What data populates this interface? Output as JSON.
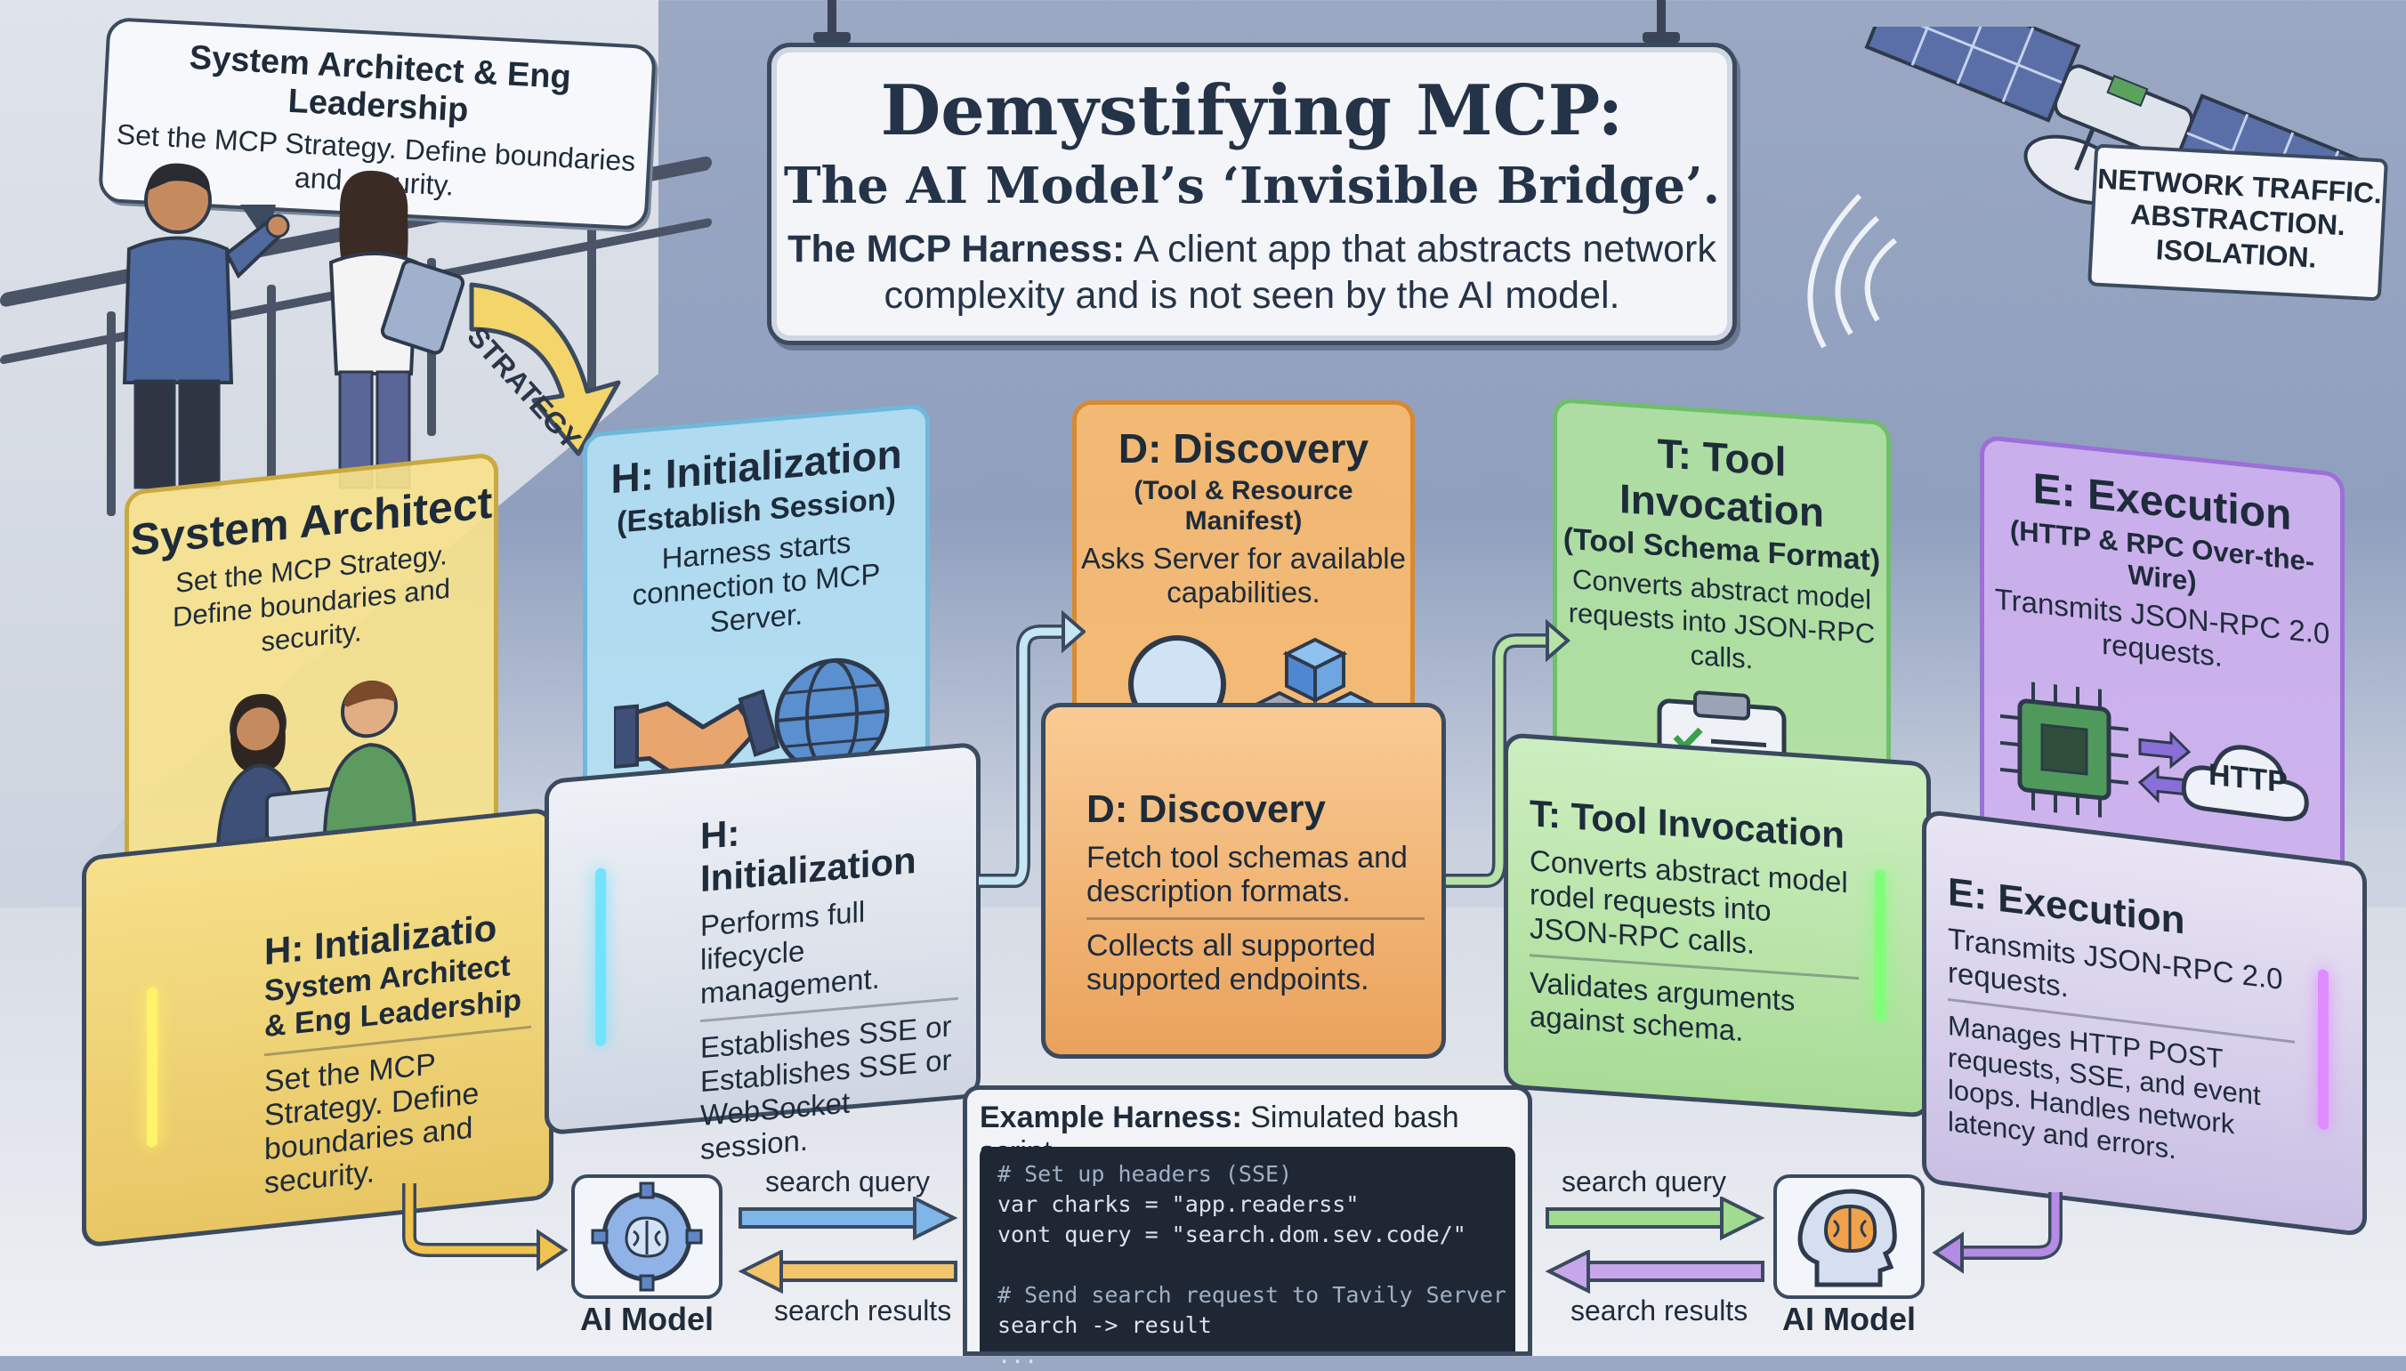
{
  "title": {
    "main": "Demystifying MCP:",
    "sub": "The AI Model’s ‘Invisible Bridge’.",
    "desc_bold": "The MCP Harness:",
    "desc_rest": " A client app that abstracts network complexity and is not seen by the AI model."
  },
  "bubble": {
    "heading": "System Architect & Eng Leadership",
    "text": "Set the MCP Strategy. Define boundaries and security."
  },
  "strategy_arrow_label": "STRATEGY",
  "satellite_sign": [
    "NETWORK TRAFFIC.",
    "ABSTRACTION.",
    "ISOLATION."
  ],
  "glass_panels": [
    {
      "title": "System Architect",
      "desc": "Set the MCP Strategy. Define boundaries and security."
    },
    {
      "title": "H: Initialization",
      "subtitle": "(Establish Session)",
      "desc": "Harness starts connection to MCP Server."
    },
    {
      "title": "D: Discovery",
      "subtitle": "(Tool & Resource Manifest)",
      "desc": "Asks Server for available capabilities."
    },
    {
      "title": "T: Tool Invocation",
      "subtitle": "(Tool Schema Format)",
      "desc": "Converts abstract model requests into JSON-RPC calls."
    },
    {
      "title": "E: Execution",
      "subtitle": "(HTTP & RPC Over-the-Wire)",
      "desc": "Transmits JSON-RPC 2.0 requests.",
      "badge": "HTTP"
    }
  ],
  "pedestals": [
    {
      "title": "H: Intializatio",
      "subtitle": "System Architect & Eng Leadership",
      "desc": "Set the MCP Strategy. Define boundaries and security."
    },
    {
      "title": "H: Initialization",
      "desc1": "Performs full lifecycle management.",
      "desc2": "Establishes SSE or Establishes SSE or WebSocket session."
    },
    {
      "title": "D: Discovery",
      "desc1": "Fetch tool schemas and description formats.",
      "desc2": "Collects all supported supported endpoints."
    },
    {
      "title": "T: Tool Invocation",
      "desc1": "Converts abstract model rodel requests into JSON-RPC calls.",
      "desc2": "Validates arguments against schema."
    },
    {
      "title": "E: Execution",
      "desc1": "Transmits JSON-RPC 2.0 requests.",
      "desc2": "Manages HTTP POST requests, SSE, and event loops. Handles network latency and errors."
    }
  ],
  "harness": {
    "header_bold": "Example Harness:",
    "header_rest": " Simulated bash script",
    "lines": [
      "# Set up headers (SSE)",
      "var charks = \"app.readerss\"",
      "vont query = \"search.dom.sev.code/\"",
      "",
      "# Send search request to Tavily Server",
      "search -> result",
      "..."
    ]
  },
  "flow": {
    "left_model": "AI Model",
    "right_model": "AI Model",
    "left_query": "search query",
    "left_results": "search results",
    "right_query": "search query",
    "right_results": "search results"
  },
  "colors": {
    "yellow": "#f3d56a",
    "blue": "#a9dcef",
    "orange": "#f4b56a",
    "green": "#a9dc9c",
    "purple": "#c7a6e9",
    "outline": "#3b4a5e"
  }
}
